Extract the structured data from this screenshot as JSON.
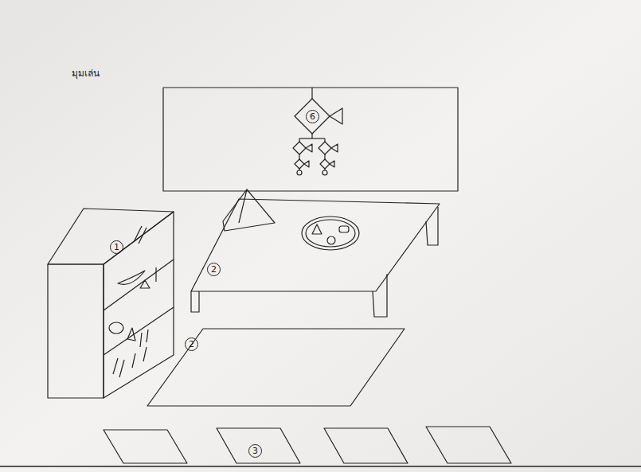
{
  "diagram": {
    "title": "มุมเล่น",
    "labels": [
      "6",
      "1",
      "2",
      "2",
      "3"
    ]
  }
}
